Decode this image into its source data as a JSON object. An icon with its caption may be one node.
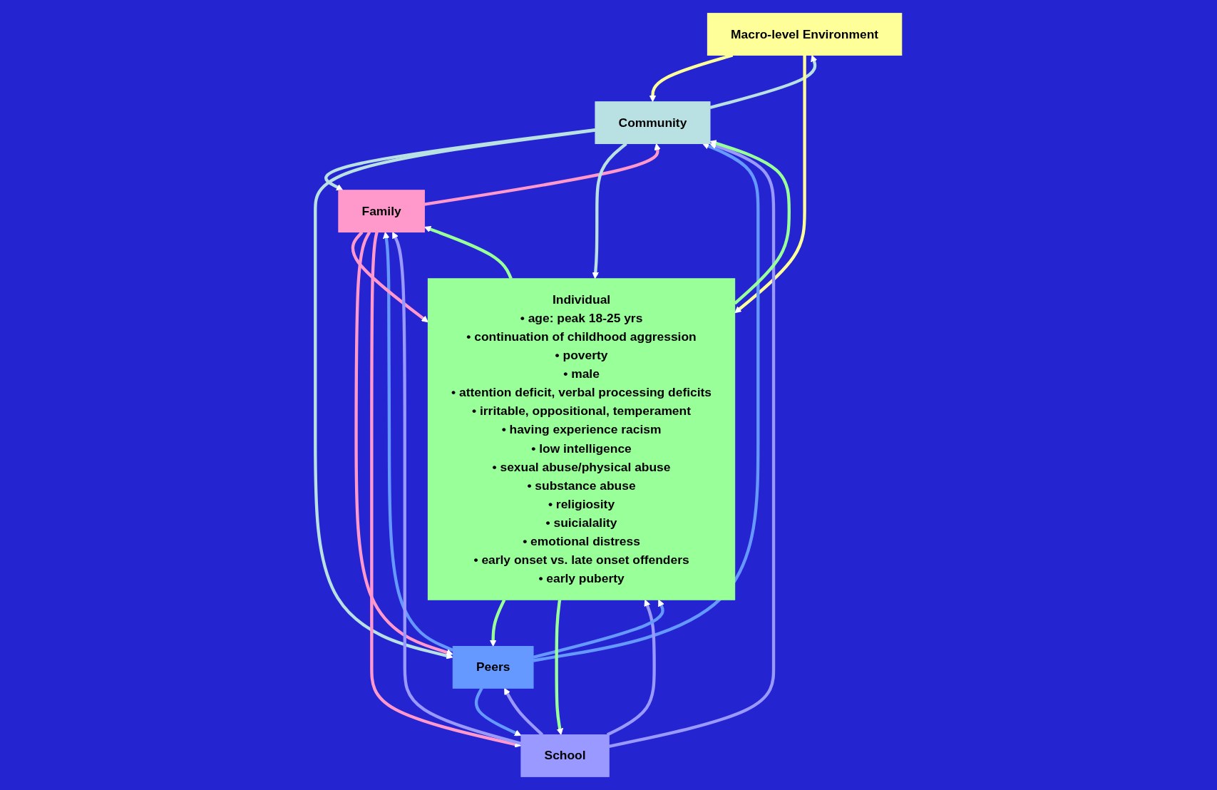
{
  "diagram": {
    "nodes": [
      {
        "text": [
          "Macro-level Environment"
        ]
      },
      {
        "text": [
          "Community"
        ]
      },
      {
        "text": [
          "Family"
        ]
      },
      {
        "text": [
          "School"
        ]
      },
      {
        "text": [
          "Peers"
        ]
      },
      {
        "text": [
          "Individual",
          "• age: peak 18-25 yrs",
          "• continuation of childhood aggression",
          "• poverty",
          "• male",
          "• attention deficit, verbal processing deficits",
          "• irritable, oppositional, temperament",
          "• having experience racism",
          "• low intelligence",
          "• sexual abuse/physical abuse",
          "• substance abuse",
          "• religiosity",
          "• suicialality",
          "• emotional distress",
          "• early onset vs. late onset offenders",
          "• early puberty"
        ]
      }
    ],
    "edges": [
      {
        "from": 0,
        "to": 1,
        "arrow": "to",
        "color": "#ffff99"
      },
      {
        "from": 1,
        "to": 0,
        "arrow": "to",
        "color": "#b9e0e3"
      },
      {
        "from": 0,
        "to": 5,
        "arrow": "to",
        "color": "#ffff99"
      },
      {
        "from": 1,
        "to": 2,
        "arrow": "to",
        "color": "#b9e0e3"
      },
      {
        "from": 2,
        "to": 1,
        "arrow": "to",
        "color": "#ff99cc"
      },
      {
        "from": 1,
        "to": 4,
        "arrow": "to",
        "color": "#b9e0e3"
      },
      {
        "from": 1,
        "to": 5,
        "arrow": "to",
        "color": "#b9e0e3"
      },
      {
        "from": 4,
        "to": 1,
        "arrow": "to",
        "color": "#6699ff"
      },
      {
        "from": 4,
        "to": 2,
        "arrow": "to",
        "color": "#6699ff"
      },
      {
        "from": 2,
        "to": 5,
        "arrow": "to",
        "color": "#ff99cc"
      },
      {
        "from": 2,
        "to": 4,
        "arrow": "to",
        "color": "#ff99cc"
      },
      {
        "from": 2,
        "to": 3,
        "arrow": "to",
        "color": "#ff99cc"
      },
      {
        "from": 3,
        "to": 2,
        "arrow": "to",
        "color": "#9999ff"
      },
      {
        "from": 3,
        "to": 1,
        "arrow": "to",
        "color": "#9999ff"
      },
      {
        "from": 4,
        "to": 3,
        "arrow": "to",
        "color": "#6699ff"
      },
      {
        "from": 3,
        "to": 4,
        "arrow": "to",
        "color": "#9999ff"
      },
      {
        "from": 3,
        "to": 5,
        "arrow": "to",
        "color": "#9999ff"
      },
      {
        "from": 5,
        "to": 4,
        "arrow": "to",
        "color": "#99ff99"
      },
      {
        "from": 4,
        "to": 5,
        "arrow": "to",
        "color": "#6699ff"
      },
      {
        "from": 5,
        "to": 3,
        "arrow": "to",
        "color": "#99ff99"
      },
      {
        "from": 5,
        "to": 2,
        "arrow": "to",
        "color": "#99ff99"
      },
      {
        "from": 5,
        "to": 1,
        "arrow": "to",
        "color": "#99ff99"
      }
    ]
  }
}
